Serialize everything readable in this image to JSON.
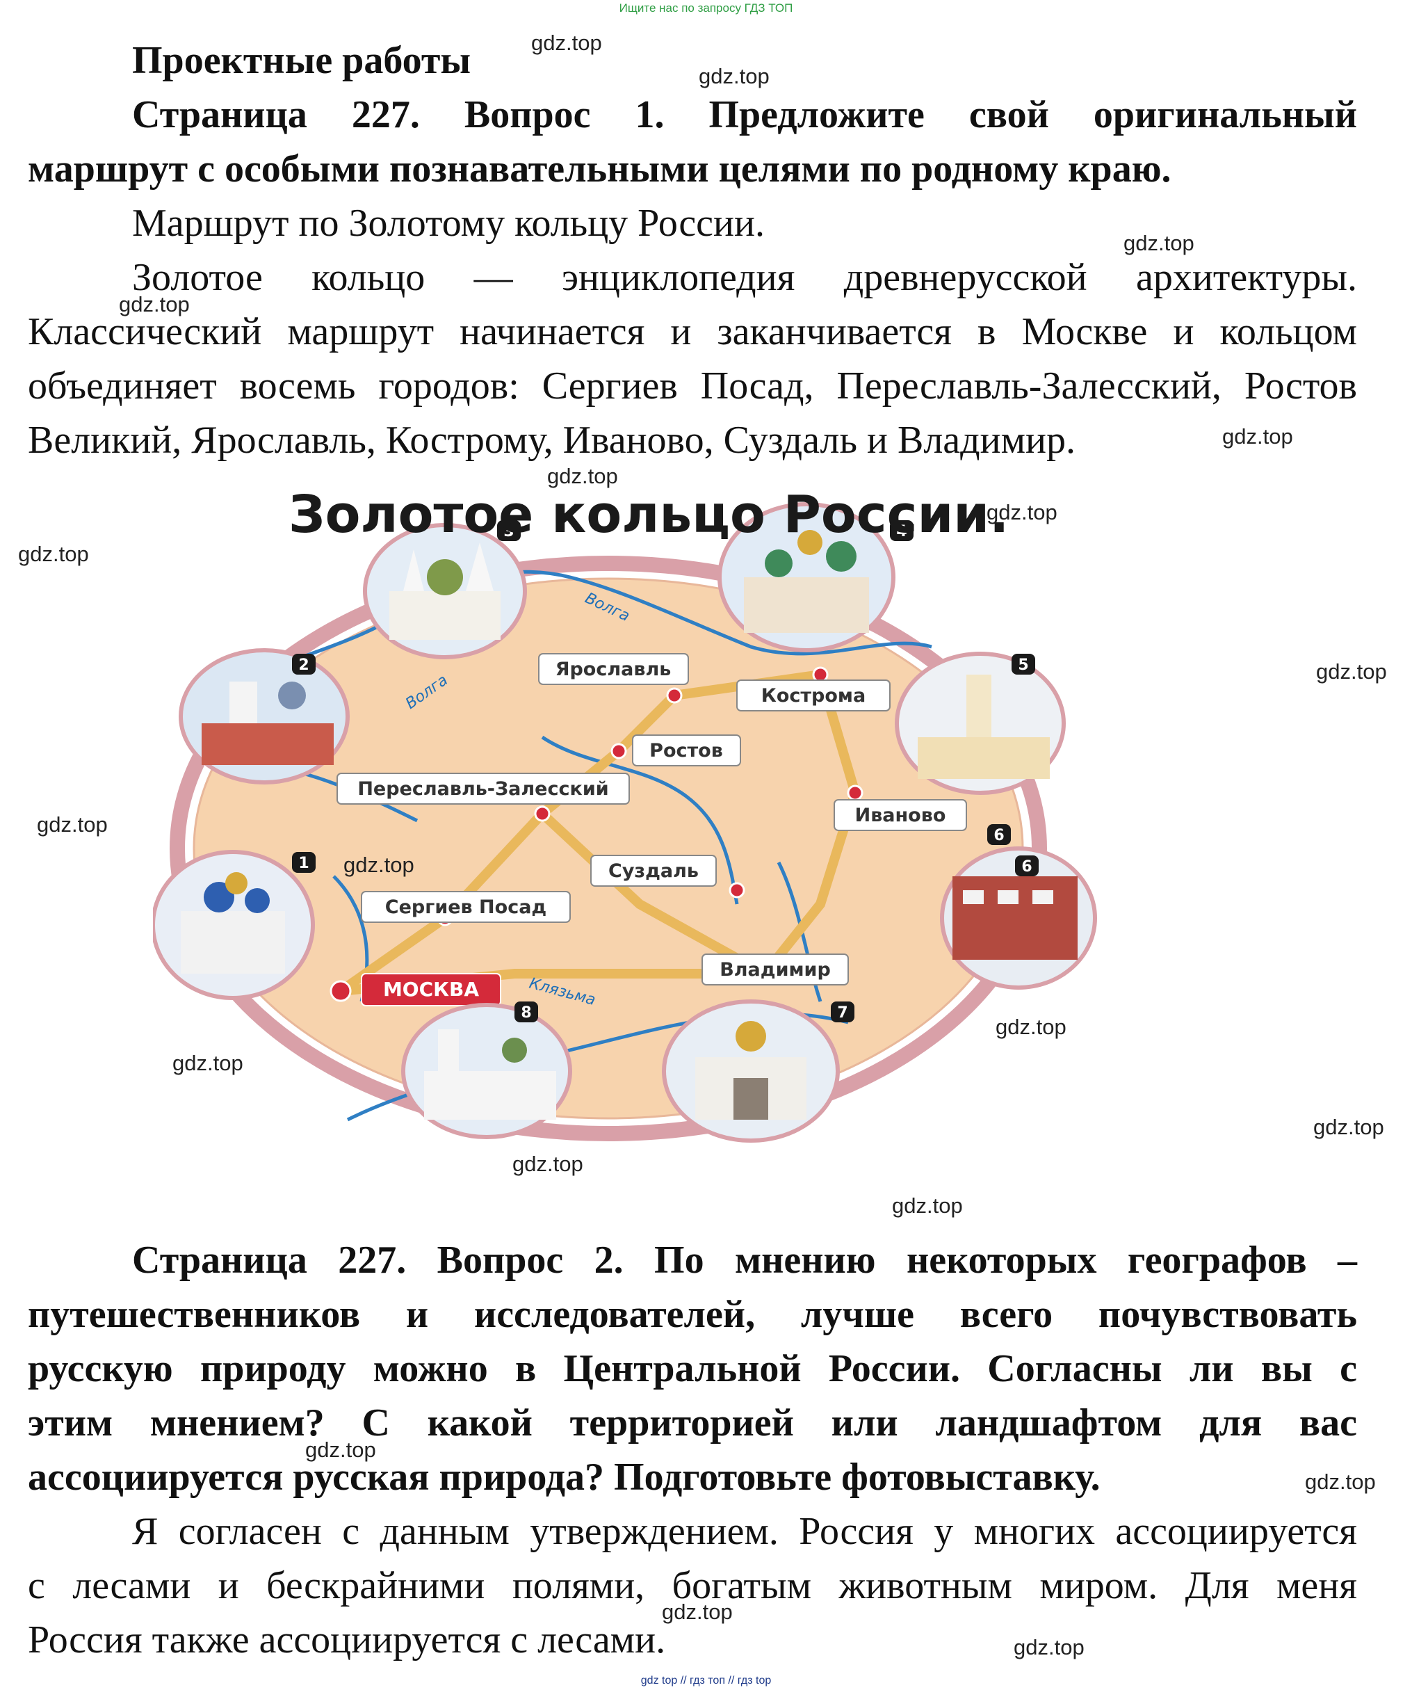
{
  "header_note": "Ищите нас по запросу ГДЗ ТОП",
  "footer_note": "gdz top  //  гдз топ  //  гдз top",
  "section_title": "Проектные работы",
  "question1": {
    "lines": [
      "Страница 227. Вопрос 1. Предложите свой оригинальный",
      "маршрут с особыми познавательными целями по родному краю."
    ]
  },
  "answer1": {
    "line1": "Маршрут по Золотому кольцу России.",
    "lines": [
      "Золотое кольцо — энциклопедия древнерусской архитектуры.",
      "Классический маршрут начинается и заканчивается в Москве и кольцом",
      "объединяет восемь городов: Сергиев Посад, Переславль-Залесский, Ростов",
      "Великий, Ярославль, Кострому, Иваново, Суздаль и Владимир."
    ]
  },
  "map": {
    "title": "Золотое кольцо России.",
    "cities": {
      "yaroslavl": "Ярославль",
      "kostroma": "Кострома",
      "rostov": "Ростов",
      "pereslavl": "Переславль-Залесский",
      "ivanovo": "Иваново",
      "suzdal": "Суздаль",
      "sergiev": "Сергиев Посад",
      "vladimir": "Владимир",
      "moscow": "МОСКВА"
    },
    "rivers": {
      "volga": "Волга",
      "klyazma": "Клязьма"
    },
    "badges": [
      "1",
      "2",
      "3",
      "4",
      "5",
      "6",
      "6",
      "7",
      "8"
    ],
    "colors": {
      "ring": "#d9a0a8",
      "land": "#f7d3ad",
      "road": "#e9b85c",
      "river": "#2f7fc4",
      "moscow": "#d42a3a"
    }
  },
  "question2": {
    "lines": [
      "Страница 227. Вопрос 2. По мнению некоторых географов –",
      "путешественников и исследователей, лучше всего почувствовать",
      "русскую природу можно в Центральной России. Согласны ли вы с",
      "этим мнением? С какой территорией или ландшафтом для вас",
      "ассоциируется русская природа? Подготовьте фотовыставку."
    ]
  },
  "answer2": {
    "lines": [
      "Я согласен с данным утверждением. Россия у многих ассоциируется",
      "с лесами и бескрайними полями, богатым животным миром. Для меня",
      "Россия также ассоциируется с лесами."
    ]
  },
  "watermark": "gdz.top"
}
